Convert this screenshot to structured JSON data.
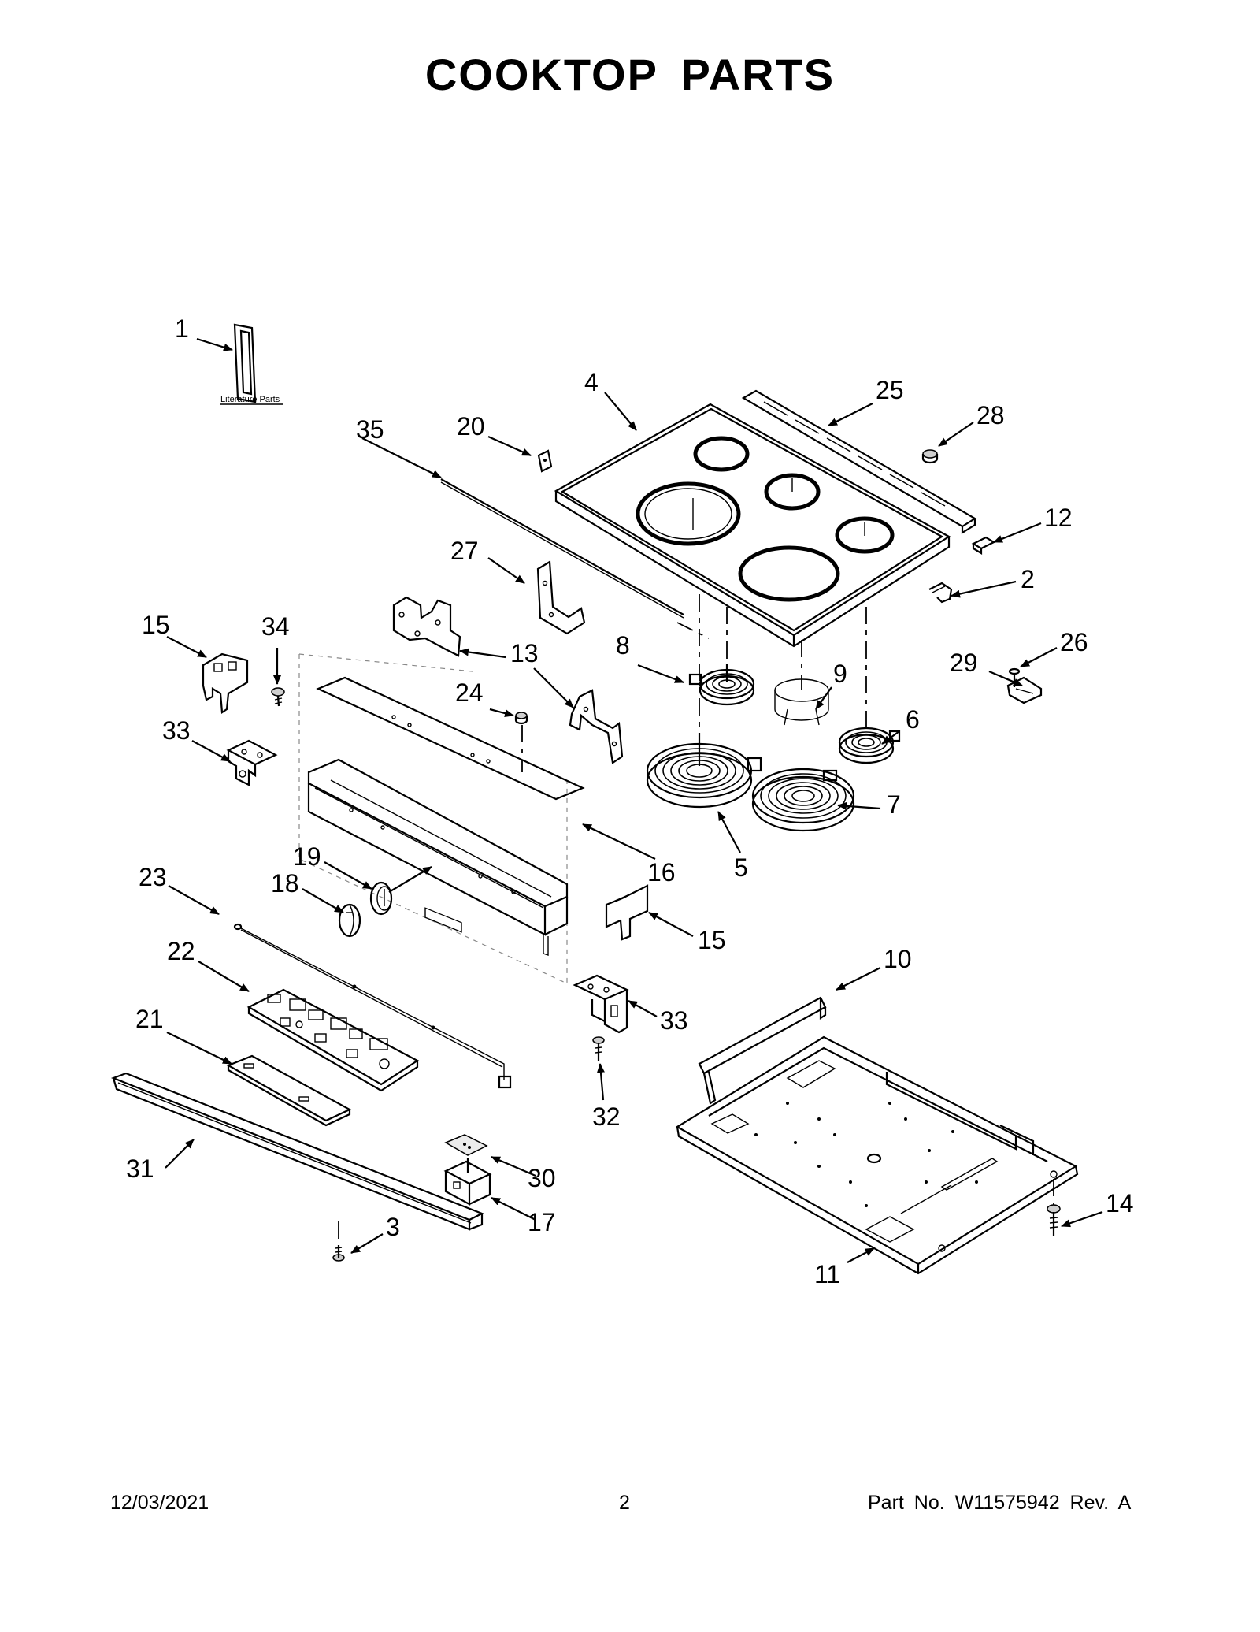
{
  "page": {
    "title": "COOKTOP PARTS",
    "footer_date": "12/03/2021",
    "footer_page": "2",
    "footer_part": "Part No.  W11575942  Rev.  A"
  },
  "literature_caption": "Literature Parts",
  "callouts": [
    "1",
    "2",
    "3",
    "4",
    "5",
    "6",
    "7",
    "8",
    "9",
    "10",
    "11",
    "12",
    "13",
    "13",
    "14",
    "15",
    "15",
    "16",
    "17",
    "18",
    "19",
    "20",
    "21",
    "22",
    "23",
    "24",
    "25",
    "26",
    "27",
    "28",
    "29",
    "30",
    "31",
    "32",
    "33",
    "33",
    "34",
    "35"
  ]
}
